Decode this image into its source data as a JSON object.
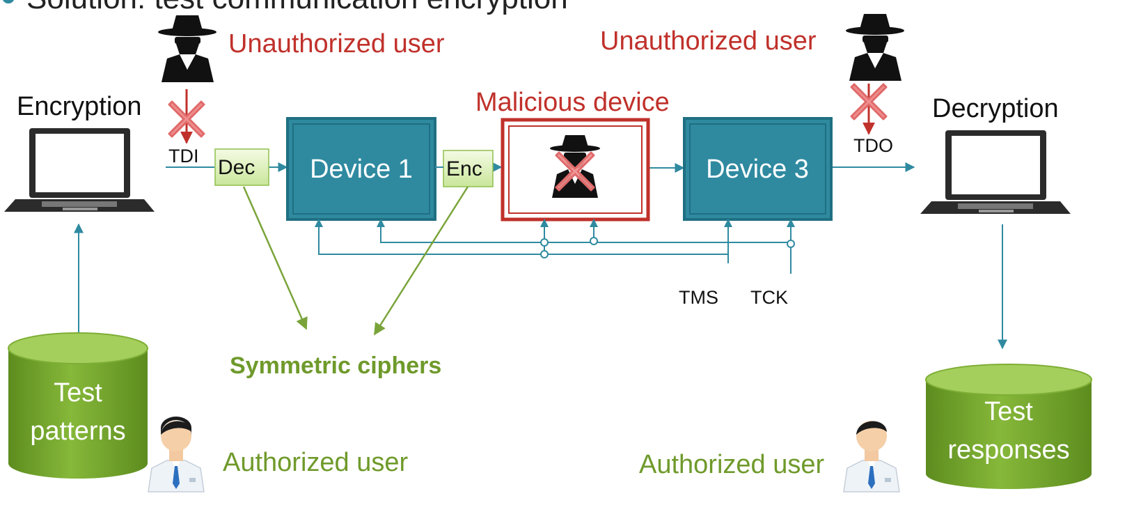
{
  "title": "Solution: test communication encryption",
  "unauthorized_user_left": "Unauthorized user",
  "unauthorized_user_right": "Unauthorized user",
  "encryption": "Encryption",
  "decryption": "Decryption",
  "malicious_device": "Malicious device",
  "tdi": "TDI",
  "tdo": "TDO",
  "dec": "Dec",
  "enc": "Enc",
  "device1": "Device 1",
  "device3": "Device 3",
  "tms": "TMS",
  "tck": "TCK",
  "symmetric_ciphers": "Symmetric ciphers",
  "test_patterns_line1": "Test",
  "test_patterns_line2": "patterns",
  "test_responses_line1": "Test",
  "test_responses_line2": "responses",
  "authorized_user_left": "Authorized user",
  "authorized_user_right": "Authorized user",
  "colors": {
    "device_fill": "#2f8aa0",
    "wire": "#2f8aa0",
    "malicious_border": "#c0312b",
    "cipher_arrow": "#7aa43a",
    "cylinder": "#6f9f28",
    "cross": "#e57373"
  }
}
